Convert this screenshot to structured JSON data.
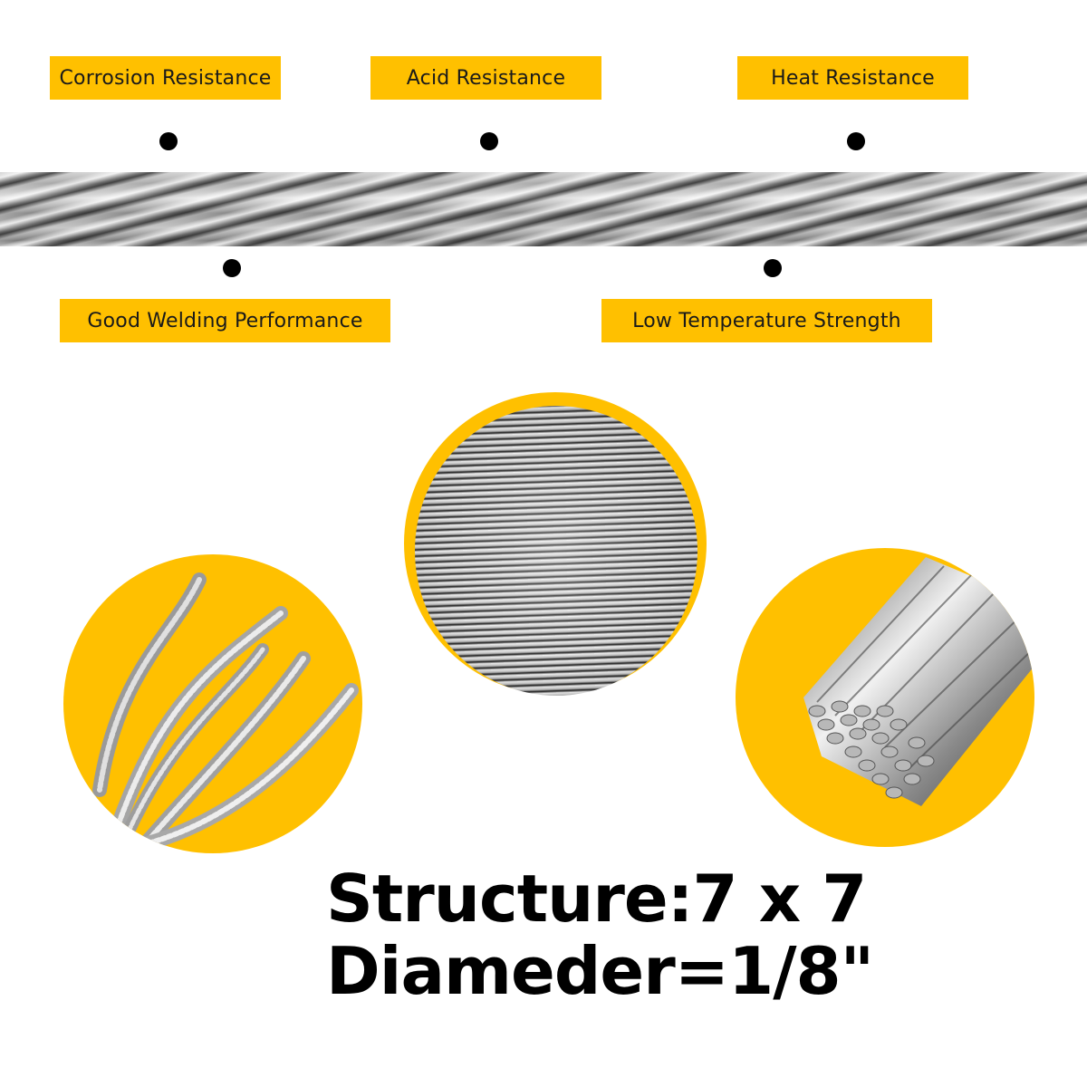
{
  "features_top": [
    {
      "label": "Corrosion Resistance"
    },
    {
      "label": "Acid Resistance"
    },
    {
      "label": "Heat Resistance"
    }
  ],
  "features_bottom": [
    {
      "label": "Good Welding Performance"
    },
    {
      "label": "Low Temperature Strength"
    }
  ],
  "product_images": {
    "rope_closeup": "stainless-steel-wire-rope",
    "left_circle": "frayed-cable-strands",
    "center_circle": "cable-spool-coil",
    "right_circle": "7x7-strand-cross-section"
  },
  "specs": {
    "structure": "Structure:7 x 7",
    "diameter": "Diameder=1/8\""
  },
  "colors": {
    "accent": "#FFC000",
    "text": "#000000",
    "background": "#FFFFFF"
  }
}
